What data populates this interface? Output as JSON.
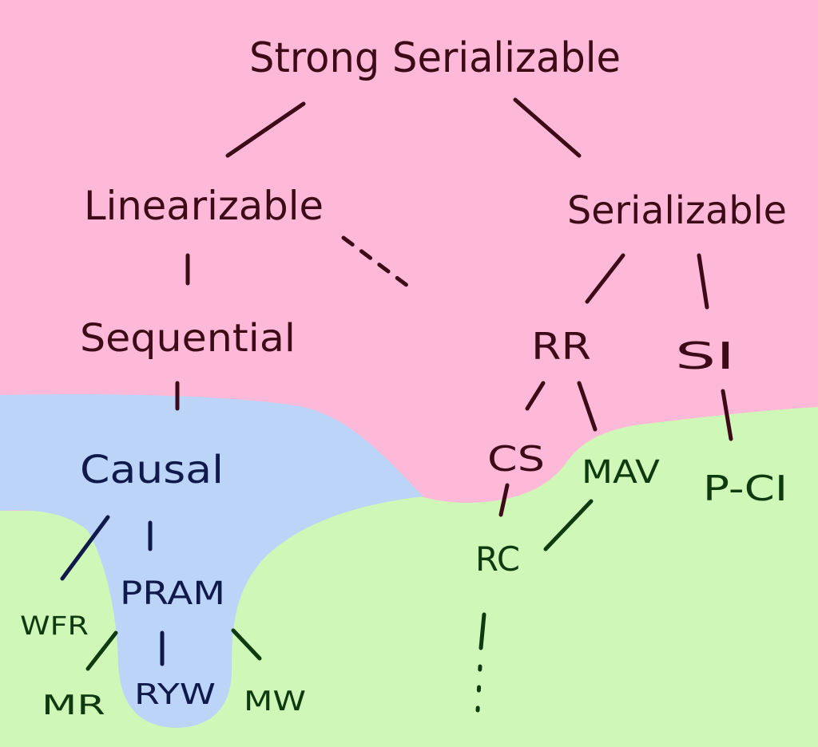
{
  "title": "Consistency models hierarchy",
  "colors": {
    "unavailable": "#ffb9d8",
    "sticky_available": "#bcd4f8",
    "totally_available": "#cff7b8"
  },
  "nodes": {
    "strong_serializable": "Strong Serializable",
    "linearizable": "Linearizable",
    "serializable": "Serializable",
    "sequential": "Sequential",
    "rr": "RR",
    "si": "SI",
    "causal": "Causal",
    "cs": "CS",
    "mav": "MAV",
    "p_ci": "P-CI",
    "rc": "RC",
    "pram": "PRAM",
    "wfr": "WFR",
    "mr": "MR",
    "ryw": "RYW",
    "mw": "MW"
  }
}
